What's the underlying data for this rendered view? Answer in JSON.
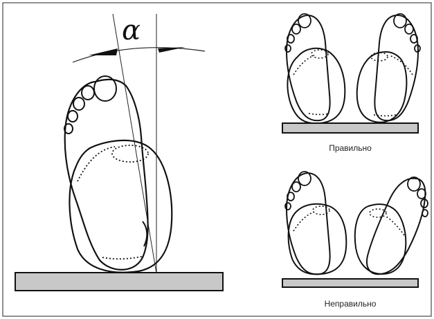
{
  "angle_symbol": "α",
  "panels": {
    "correct_label": "Правильно",
    "incorrect_label": "Неправильно"
  },
  "colors": {
    "ground": "#c8c8c8",
    "stroke": "#111111",
    "border": "#555555"
  }
}
